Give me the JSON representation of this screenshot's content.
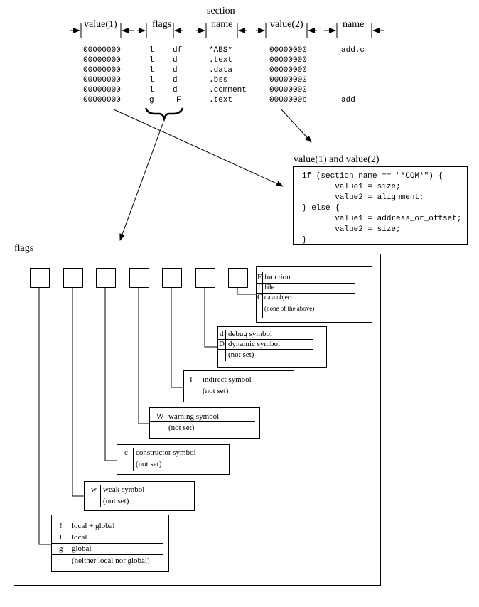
{
  "header": {
    "value1": "value(1)",
    "flags": "flags",
    "section_top": "section",
    "section_name": "name",
    "value2": "value(2)",
    "name": "name"
  },
  "rows": [
    {
      "value1": "00000000",
      "flag1": "l",
      "flag2": "df",
      "section": "*ABS*",
      "value2": "00000000",
      "name": "add.c"
    },
    {
      "value1": "00000000",
      "flag1": "l",
      "flag2": "d",
      "section": ".text",
      "value2": "00000000",
      "name": ""
    },
    {
      "value1": "00000000",
      "flag1": "l",
      "flag2": "d",
      "section": ".data",
      "value2": "00000000",
      "name": ""
    },
    {
      "value1": "00000000",
      "flag1": "l",
      "flag2": "d",
      "section": ".bss",
      "value2": "00000000",
      "name": ""
    },
    {
      "value1": "00000000",
      "flag1": "l",
      "flag2": "d",
      "section": ".comment",
      "value2": "00000000",
      "name": ""
    },
    {
      "value1": "00000000",
      "flag1": "g",
      "flag2": "F",
      "section": ".text",
      "value2": "0000000b",
      "name": "add"
    }
  ],
  "value_box": {
    "title": "value(1) and value(2)",
    "code": [
      "if (section_name == \"*COM*\") {",
      "       value1 = size;",
      "       value2 = alignment;",
      "} else {",
      "       value1 = address_or_offset;",
      "       value2 = size;",
      "}"
    ]
  },
  "flags_panel": {
    "title": "flags",
    "groups": {
      "type": [
        {
          "code": "F",
          "desc": "function"
        },
        {
          "code": "f",
          "desc": "file"
        },
        {
          "code": "O",
          "desc": "data object"
        },
        {
          "code": "",
          "desc": "(none of the above)"
        }
      ],
      "debug": [
        {
          "code": "d",
          "desc": "debug symbol"
        },
        {
          "code": "D",
          "desc": "dynamic symbol"
        },
        {
          "code": "",
          "desc": "(not set)"
        }
      ],
      "indirect": [
        {
          "code": "I",
          "desc": "indirect symbol"
        },
        {
          "code": "",
          "desc": "(not set)"
        }
      ],
      "warning": [
        {
          "code": "W",
          "desc": "warning symbol"
        },
        {
          "code": "",
          "desc": "(not set)"
        }
      ],
      "constructor": [
        {
          "code": "c",
          "desc": "constructor symbol"
        },
        {
          "code": "",
          "desc": "(not set)"
        }
      ],
      "weak": [
        {
          "code": "w",
          "desc": "weak symbol"
        },
        {
          "code": "",
          "desc": "(not set)"
        }
      ],
      "scope": [
        {
          "code": "!",
          "desc": "local + global"
        },
        {
          "code": "l",
          "desc": "local"
        },
        {
          "code": "g",
          "desc": "global"
        },
        {
          "code": "",
          "desc": "(neither local nor global)"
        }
      ]
    }
  }
}
